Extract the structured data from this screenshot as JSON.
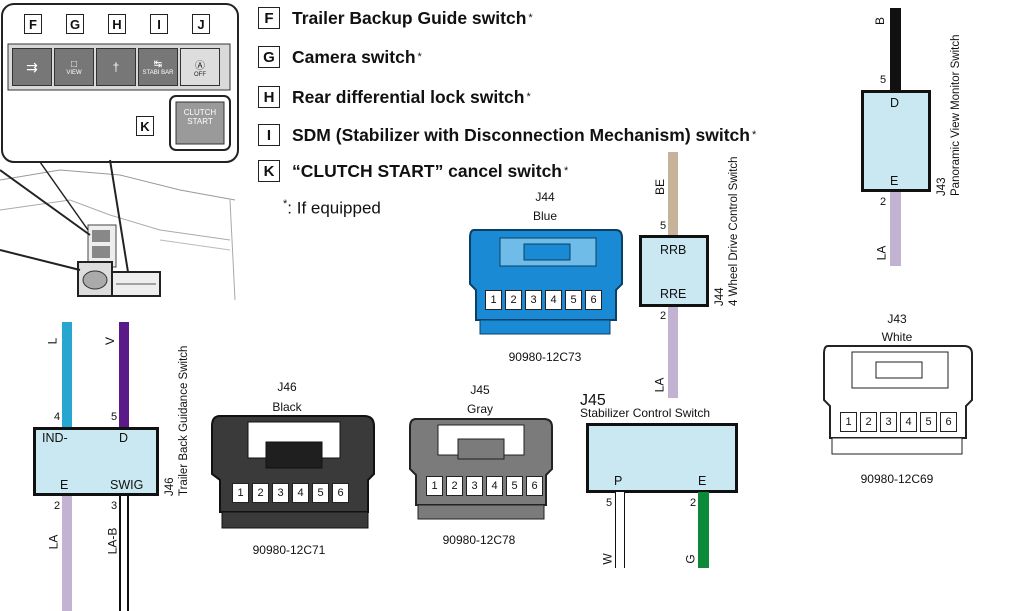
{
  "legend": [
    {
      "key": "F",
      "label": "Trailer Backup Guide switch",
      "star": "*"
    },
    {
      "key": "G",
      "label": "Camera switch",
      "star": "*"
    },
    {
      "key": "H",
      "label": "Rear differential lock switch",
      "star": "*"
    },
    {
      "key": "I",
      "label": "SDM (Stabilizer with Disconnection Mechanism) switch",
      "star": "*"
    },
    {
      "key": "K",
      "label": "“CLUTCH START” cancel switch",
      "star": "*"
    }
  ],
  "note": {
    "star": "*",
    "text": ": If equipped"
  },
  "panel": {
    "keys": [
      "F",
      "G",
      "H",
      "I",
      "J"
    ],
    "key_k": "K",
    "switch_texts": [
      "VIEW",
      "STABI BAR",
      "OFF"
    ],
    "clutch_text": [
      "CLUTCH",
      "START"
    ]
  },
  "j44": {
    "id": "J44",
    "color": "Blue",
    "pins": [
      "1",
      "2",
      "3",
      "4",
      "5",
      "6"
    ],
    "part": "90980-12C73"
  },
  "j46": {
    "id": "J46",
    "color": "Black",
    "pins": [
      "1",
      "2",
      "3",
      "4",
      "5",
      "6"
    ],
    "part": "90980-12C71"
  },
  "j45": {
    "id": "J45",
    "color": "Gray",
    "pins": [
      "1",
      "2",
      "3",
      "4",
      "5",
      "6"
    ],
    "part": "90980-12C78"
  },
  "j43": {
    "id": "J43",
    "color": "White",
    "pins": [
      "1",
      "2",
      "3",
      "4",
      "5",
      "6"
    ],
    "part": "90980-12C69"
  },
  "sw_4wd": {
    "id": "J44",
    "name": "4 Wheel Drive Control Switch",
    "top_wire": "BE",
    "top_pin": "5",
    "bot_wire": "LA",
    "bot_pin": "2",
    "term_top": "RRB",
    "term_bot": "RRE"
  },
  "sw_pvm": {
    "id": "J43",
    "name": "Panoramic View Monitor Switch",
    "top_wire": "B",
    "top_pin": "5",
    "bot_wire": "LA",
    "bot_pin": "2",
    "term_top": "D",
    "term_bot": "E"
  },
  "sw_tbg": {
    "id": "J46",
    "name": "Trailer Back Guidance Switch",
    "wire1": "L",
    "pin1": "4",
    "wire2": "V",
    "pin2": "5",
    "term1": "IND-",
    "term2": "D",
    "term3": "E",
    "term4": "SWIG",
    "pin3": "2",
    "pin4": "3",
    "wire3": "LA",
    "wire4": "LA-B"
  },
  "sw_stab": {
    "id": "J45",
    "name": "Stabilizer Control Switch",
    "term1": "P",
    "term2": "E",
    "pin1": "5",
    "pin2": "2",
    "wire1": "W",
    "wire2": "G"
  },
  "colors": {
    "blue_conn": "#1a8ad4",
    "black_conn": "#3a3a3a",
    "gray_conn": "#7b7b7b",
    "comp_fill": "#c9e8f2",
    "wire_LA": "#c3b3d3",
    "wire_BE": "#c7b39a",
    "wire_L": "#27a7cf",
    "wire_V": "#5b1a8a",
    "wire_G": "#0c8a3a"
  }
}
